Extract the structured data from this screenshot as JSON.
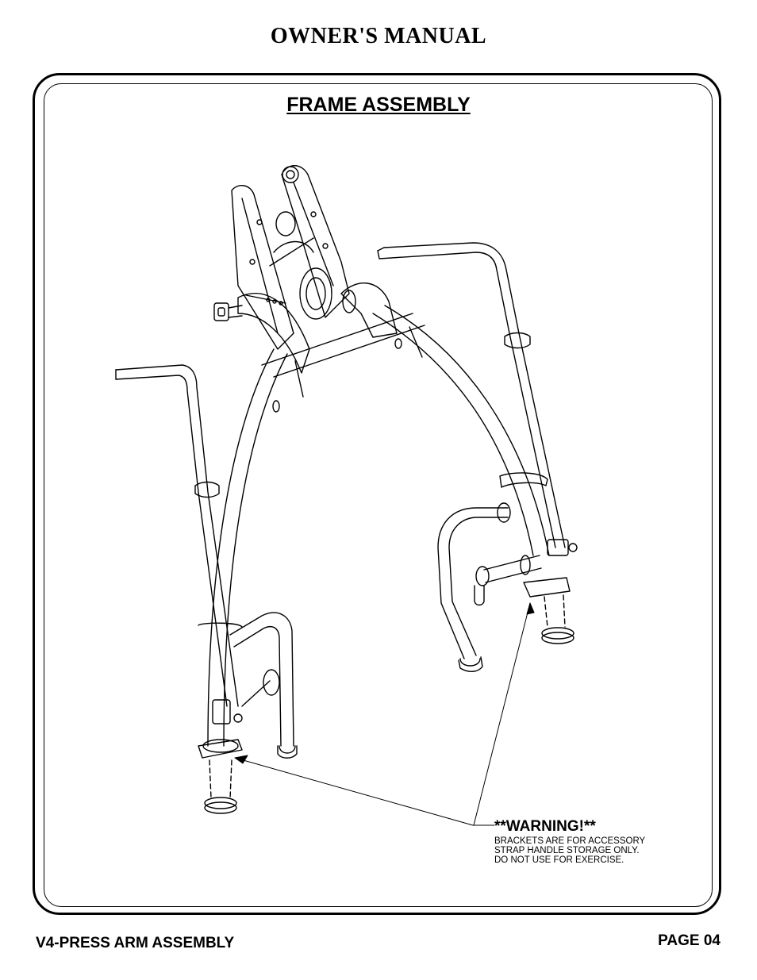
{
  "header": {
    "title": "OWNER'S MANUAL"
  },
  "section": {
    "title": "FRAME ASSEMBLY"
  },
  "warning": {
    "title": "**WARNING!**",
    "lines": [
      "BRACKETS ARE FOR ACCESSORY",
      "STRAP HANDLE STORAGE ONLY.",
      "DO NOT USE FOR EXERCISE."
    ]
  },
  "footer": {
    "left": "V4-PRESS ARM ASSEMBLY",
    "right": "PAGE 04"
  },
  "figure": {
    "subject": "frame-assembly-press-arm-drawing"
  }
}
